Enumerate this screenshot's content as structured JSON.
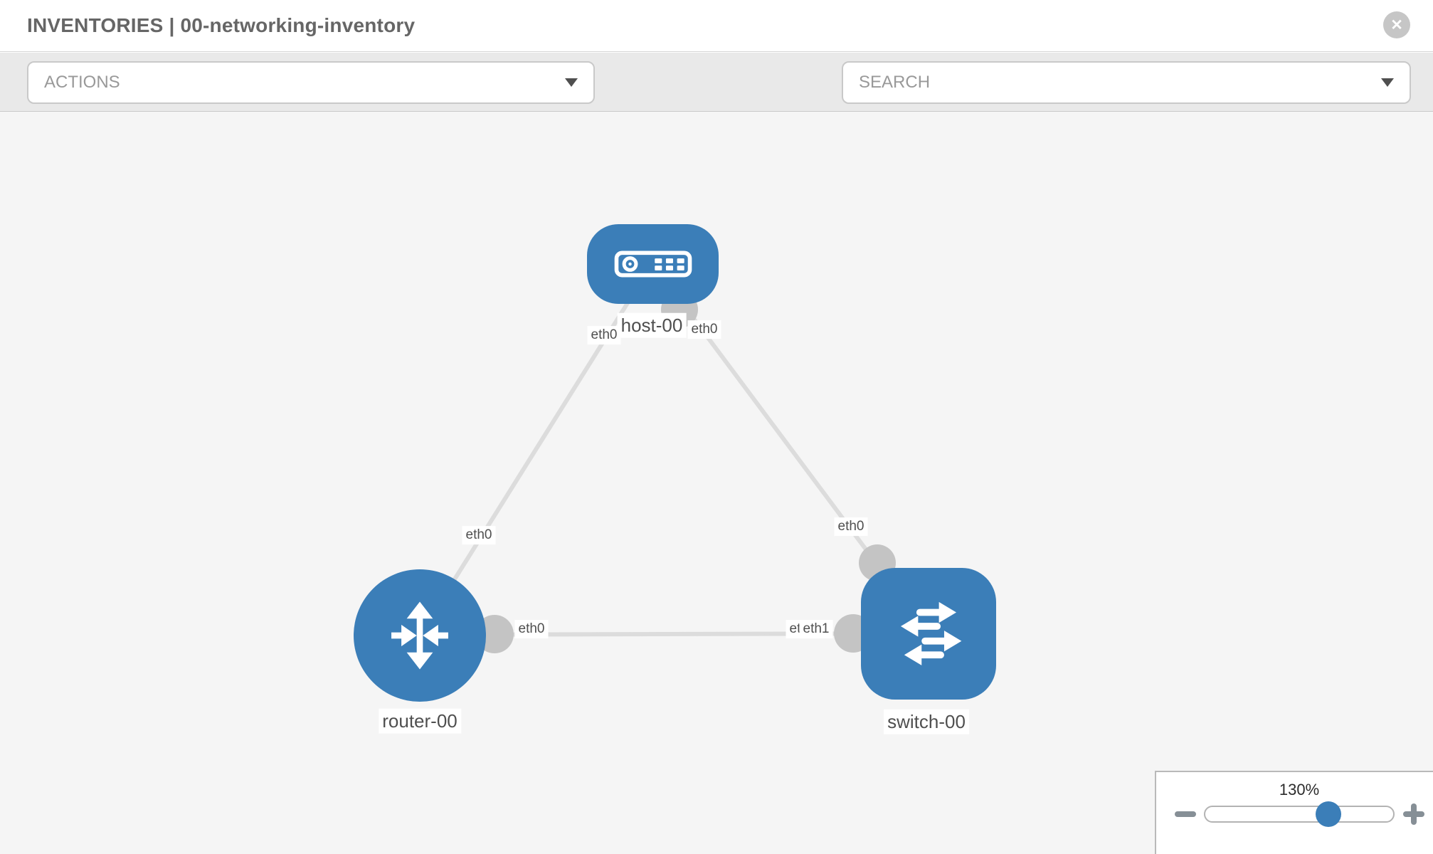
{
  "header": {
    "title": "INVENTORIES | 00-networking-inventory",
    "close_glyph": "✕"
  },
  "toolbar": {
    "actions_label": "ACTIONS",
    "search_label": "SEARCH",
    "icons": [
      "wrench",
      "key"
    ]
  },
  "topology": {
    "nodes": [
      {
        "id": "host-00",
        "label": "host-00",
        "type": "host"
      },
      {
        "id": "router-00",
        "label": "router-00",
        "type": "router"
      },
      {
        "id": "switch-00",
        "label": "switch-00",
        "type": "switch"
      }
    ],
    "links": [
      {
        "source": "host-00",
        "source_interface": "eth0",
        "target": "router-00",
        "target_interface": "eth0"
      },
      {
        "source": "host-00",
        "source_interface": "eth0",
        "target": "switch-00",
        "target_interface": "eth0"
      },
      {
        "source": "router-00",
        "source_interface": "eth0",
        "target": "switch-00",
        "target_interface": "eth1"
      }
    ],
    "interface_labels": [
      {
        "text": "eth0"
      },
      {
        "text": "eth0"
      },
      {
        "text": "eth0"
      },
      {
        "text": "eth0"
      },
      {
        "text": "eth0"
      },
      {
        "text": "eth0"
      },
      {
        "text": "eth1"
      }
    ]
  },
  "zoom_control": {
    "level": "130%"
  },
  "colors": {
    "node_blue": "#3b7eb8",
    "edge_gray": "#dcdcdc",
    "interface_dot_gray": "#c4c4c4",
    "toolbar_gray": "#e9e9e9",
    "canvas_gray": "#f5f5f5"
  }
}
